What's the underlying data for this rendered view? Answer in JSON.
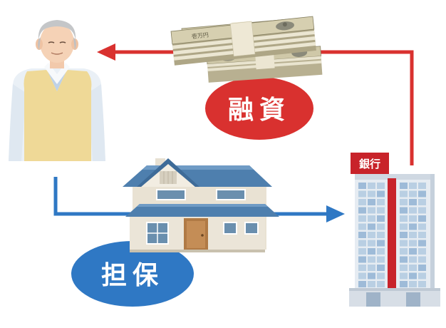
{
  "labels": {
    "loan": "融資",
    "collateral": "担保",
    "bank_sign": "銀行"
  },
  "icons": {
    "person": "elderly-man-icon",
    "money": "money-stack-icon",
    "house": "house-icon",
    "bank": "bank-building-icon"
  },
  "colors": {
    "loan_flow": "#d9312f",
    "collateral_flow": "#2f78c4",
    "bank_accent": "#c8232a",
    "money_band": "#d5cfb9"
  }
}
